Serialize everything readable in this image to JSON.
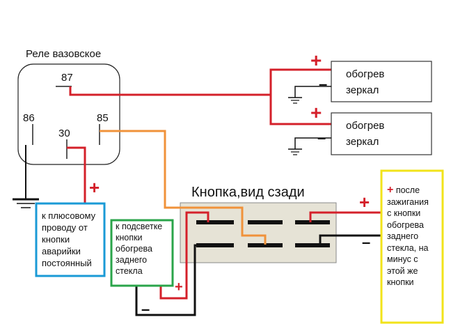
{
  "relay": {
    "title": "Реле вазовское",
    "pin87": "87",
    "pin86": "86",
    "pin30": "30",
    "pin85": "85"
  },
  "mirror_heater_1": {
    "line1": "обогрев",
    "line2": "зеркал",
    "plus": "+",
    "minus": "–"
  },
  "mirror_heater_2": {
    "line1": "обогрев",
    "line2": "зеркал",
    "plus": "+",
    "minus": "–"
  },
  "button": {
    "title": "Кнопка,вид сзади"
  },
  "note_battery": {
    "plus": "+",
    "lines": [
      "к плюсовому",
      "проводу от",
      "кнопки",
      "аварийки",
      "постоянный"
    ]
  },
  "note_backlight": {
    "plus": "+",
    "minus": "–",
    "lines": [
      "к подсветке",
      "кнопки",
      "обогрева",
      "заднего",
      "стекла"
    ]
  },
  "note_ignition": {
    "plus": "+",
    "minus": "–",
    "first_line_rest": "после",
    "lines": [
      "зажигания",
      "с кнопки",
      "обогрева",
      "заднего",
      "стекла, на",
      "минус с",
      "этой же",
      "кнопки"
    ]
  },
  "colors": {
    "red": "#d4202a",
    "orange": "#f0923a",
    "blue": "#1a9ad6",
    "green": "#2aa44a",
    "yellow": "#f2e31a",
    "black": "#111111",
    "button_fill": "#e6e3d6"
  }
}
